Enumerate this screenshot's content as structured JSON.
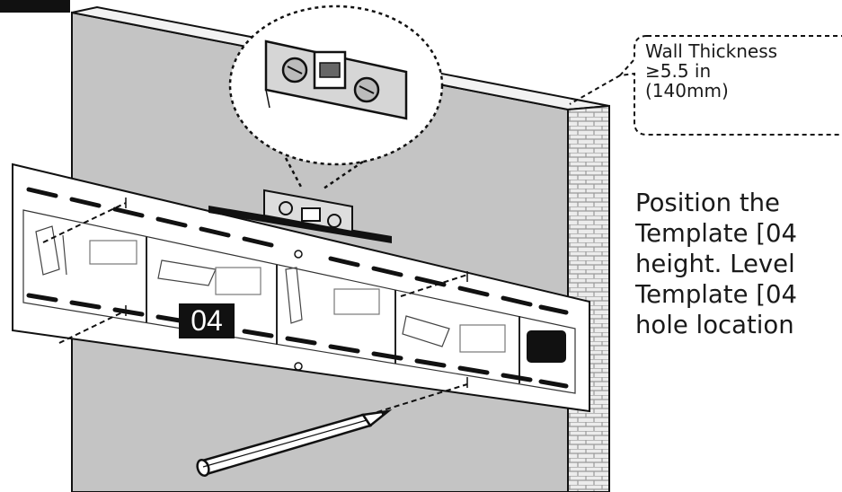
{
  "colors": {
    "wall": "#c4c4c4",
    "wall_top": "#f2f2f2",
    "template": "#ffffff",
    "brick": "#e6e6e6",
    "ink": "#111111"
  },
  "step_badge": "04",
  "callout": {
    "lines": [
      "Wall Thickness",
      "≥5.5 in",
      "(140mm)"
    ]
  },
  "instruction": {
    "lines": [
      "Position the",
      "Template [04",
      "height. Level",
      "Template [04",
      "hole location"
    ]
  },
  "icons": [
    "bubble-level-icon",
    "pencil-icon"
  ]
}
